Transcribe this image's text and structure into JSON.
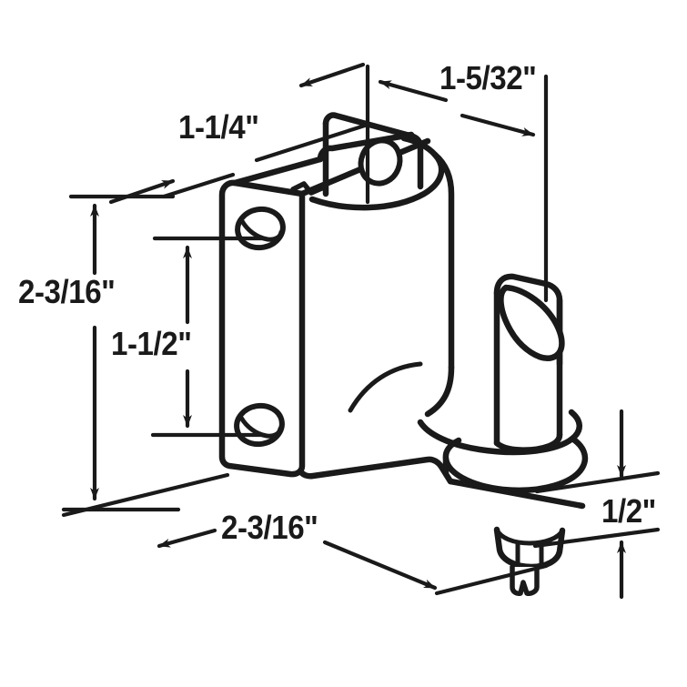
{
  "drawing": {
    "title": "Sliding window roller bracket dimensional drawing",
    "units": "inches",
    "line_color": "#1a1a1a",
    "fill_color": "#ffffff",
    "background": "#ffffff"
  },
  "dimensions": {
    "top_left": "1-1/4\"",
    "top_right": "1-5/32\"",
    "left_outer": "2-3/16\"",
    "left_inner": "1-1/2\"",
    "bottom": "2-3/16\"",
    "right": "1/2\""
  },
  "chart_data": {
    "type": "diagram",
    "title": "Sliding window roller bracket dimensional drawing",
    "labels": [
      {
        "text": "1-1/4\"",
        "position": "top-left",
        "measures": "bracket plate width"
      },
      {
        "text": "1-5/32\"",
        "position": "top-right",
        "measures": "body depth"
      },
      {
        "text": "2-3/16\"",
        "position": "left-outer",
        "measures": "overall height"
      },
      {
        "text": "1-1/2\"",
        "position": "left-inner",
        "measures": "screw hole spacing"
      },
      {
        "text": "2-3/16\"",
        "position": "bottom",
        "measures": "overall length"
      },
      {
        "text": "1/2\"",
        "position": "right",
        "measures": "base thickness"
      }
    ],
    "features": [
      "flat mounting plate with two countersunk screw holes",
      "top tab with pivot hole",
      "angled cut cylindrical post",
      "rounded base housing",
      "bottom hex nut and pin"
    ]
  }
}
